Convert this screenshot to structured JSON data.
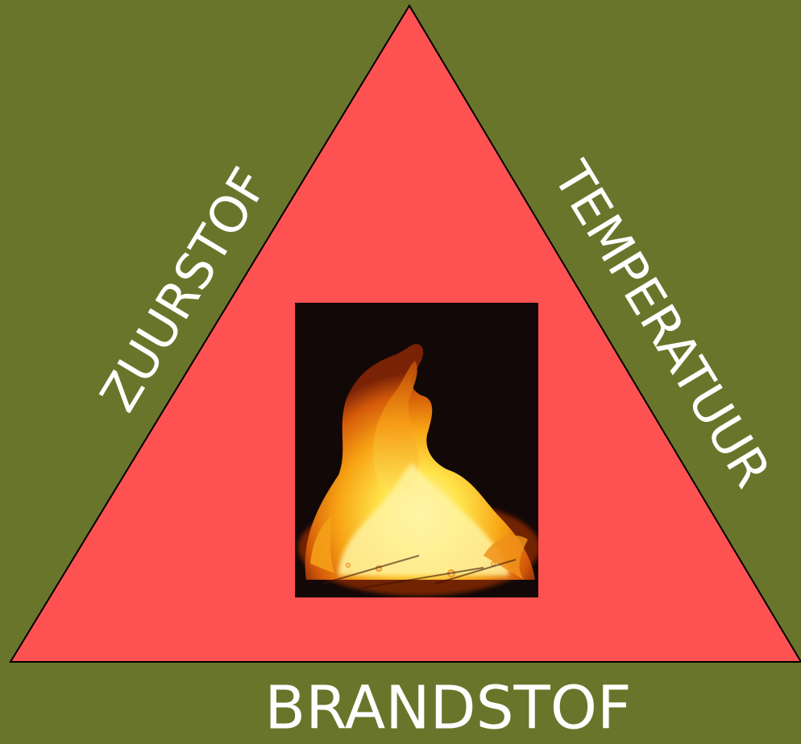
{
  "diagram": {
    "labels": {
      "left": "ZUURSTOF",
      "right": "TEMPERATUUR",
      "bottom": "BRANDSTOF"
    },
    "center_image": "bonfire-flame-photo"
  },
  "colors": {
    "background": "#69752a",
    "triangle_fill": "#fe5252",
    "triangle_stroke": "#000000",
    "label_text": "#ffffff",
    "photo_background": "#120808"
  }
}
